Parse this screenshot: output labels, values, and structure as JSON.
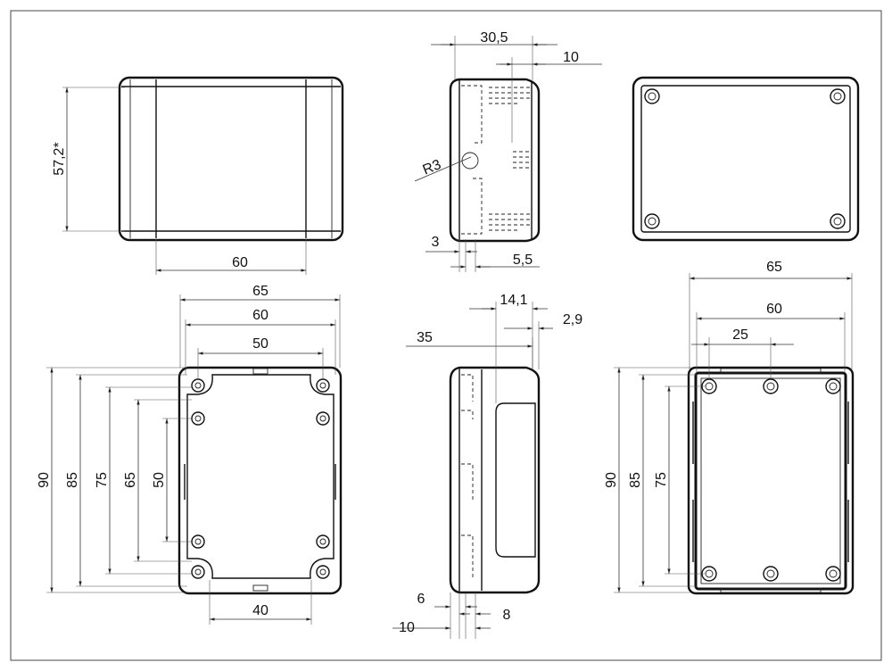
{
  "drawing": {
    "front_view": {
      "height_dim": "57,2*",
      "width_dim": "60"
    },
    "side_view_top": {
      "depth_dim": "30,5",
      "offset_dim": "10",
      "radius_dim": "R3",
      "wall_dim": "3",
      "step_dim": "5,5"
    },
    "plan_view": {
      "w65": "65",
      "w60": "60",
      "w50": "50",
      "w40": "40",
      "h90": "90",
      "h85": "85",
      "h75": "75",
      "h65": "65",
      "h50": "50"
    },
    "section_view": {
      "d35": "35",
      "d14_1": "14,1",
      "d2_9": "2,9",
      "d6": "6",
      "d10": "10",
      "d8": "8"
    },
    "bottom_view": {
      "w65": "65",
      "w60": "60",
      "w25": "25",
      "h90": "90",
      "h85": "85",
      "h75": "75"
    }
  }
}
